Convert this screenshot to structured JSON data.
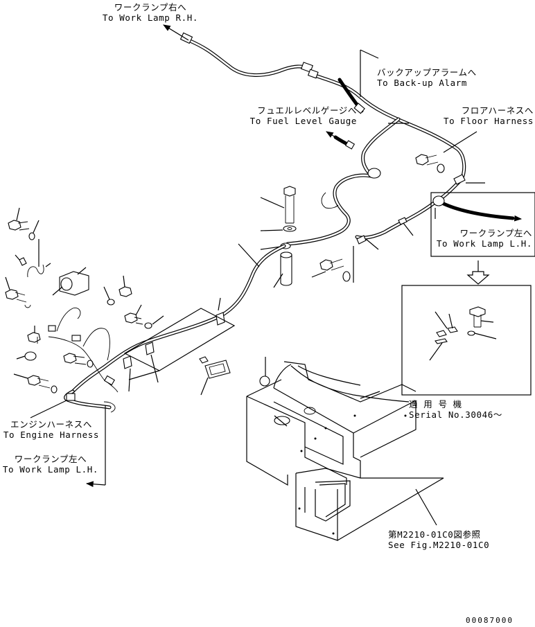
{
  "labels": {
    "work_lamp_rh": {
      "jp": "ワークランプ右へ",
      "en": "To Work Lamp R.H."
    },
    "backup_alarm": {
      "jp": "バックアップアラームへ",
      "en": "To Back-up Alarm"
    },
    "fuel_gauge": {
      "jp": "フュエルレベルゲージへ",
      "en": "To Fuel Level Gauge"
    },
    "floor_harness": {
      "jp": "フロアハーネスへ",
      "en": "To Floor Harness"
    },
    "work_lamp_lh_right": {
      "jp": "ワークランプ左へ",
      "en": "To Work Lamp L.H."
    },
    "serial": {
      "jp": "適 用 号 機",
      "en": "Serial No.30046～"
    },
    "engine_harness": {
      "jp": "エンジンハーネスへ",
      "en": "To Engine Harness"
    },
    "work_lamp_lh_left": {
      "jp": "ワークランプ左へ",
      "en": "To Work Lamp L.H."
    },
    "see_fig": {
      "jp": "第M2210-01C0図参照",
      "en": "See Fig.M2210-01C0"
    }
  },
  "drawing_number": "00087000",
  "icons": [
    "arrow-down-icon",
    "bolt-icon",
    "washer-icon",
    "clamp-icon",
    "connector-icon",
    "relay-icon"
  ]
}
